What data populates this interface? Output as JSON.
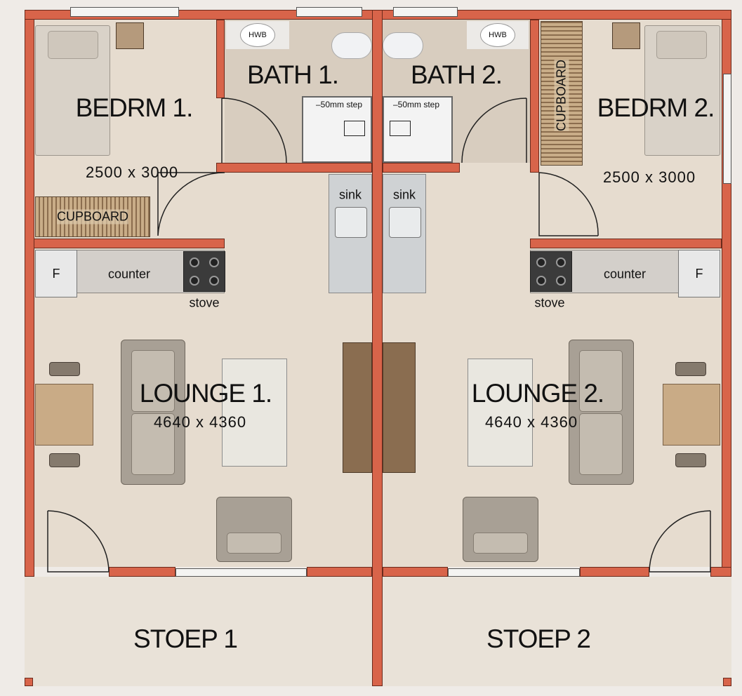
{
  "rooms": {
    "bedroom1": {
      "name": "BEDRM 1.",
      "size": "2500  x  3000"
    },
    "bedroom2": {
      "name": "BEDRM 2.",
      "size": "2500  x  3000"
    },
    "bath1": {
      "name": "BATH 1."
    },
    "bath2": {
      "name": "BATH 2."
    },
    "lounge1": {
      "name": "LOUNGE 1.",
      "size": "4640  x  4360"
    },
    "lounge2": {
      "name": "LOUNGE 2.",
      "size": "4640  x  4360"
    },
    "stoep1": {
      "name": "STOEP 1"
    },
    "stoep2": {
      "name": "STOEP 2"
    }
  },
  "fixtures": {
    "cupboard": "CUPBOARD",
    "counter": "counter",
    "stove": "stove",
    "sink": "sink",
    "fridge": "F",
    "basin": "HWB",
    "shower_step": "–50mm  step"
  },
  "colors": {
    "wall": "#d8644a",
    "floor": "#e6dccf"
  }
}
